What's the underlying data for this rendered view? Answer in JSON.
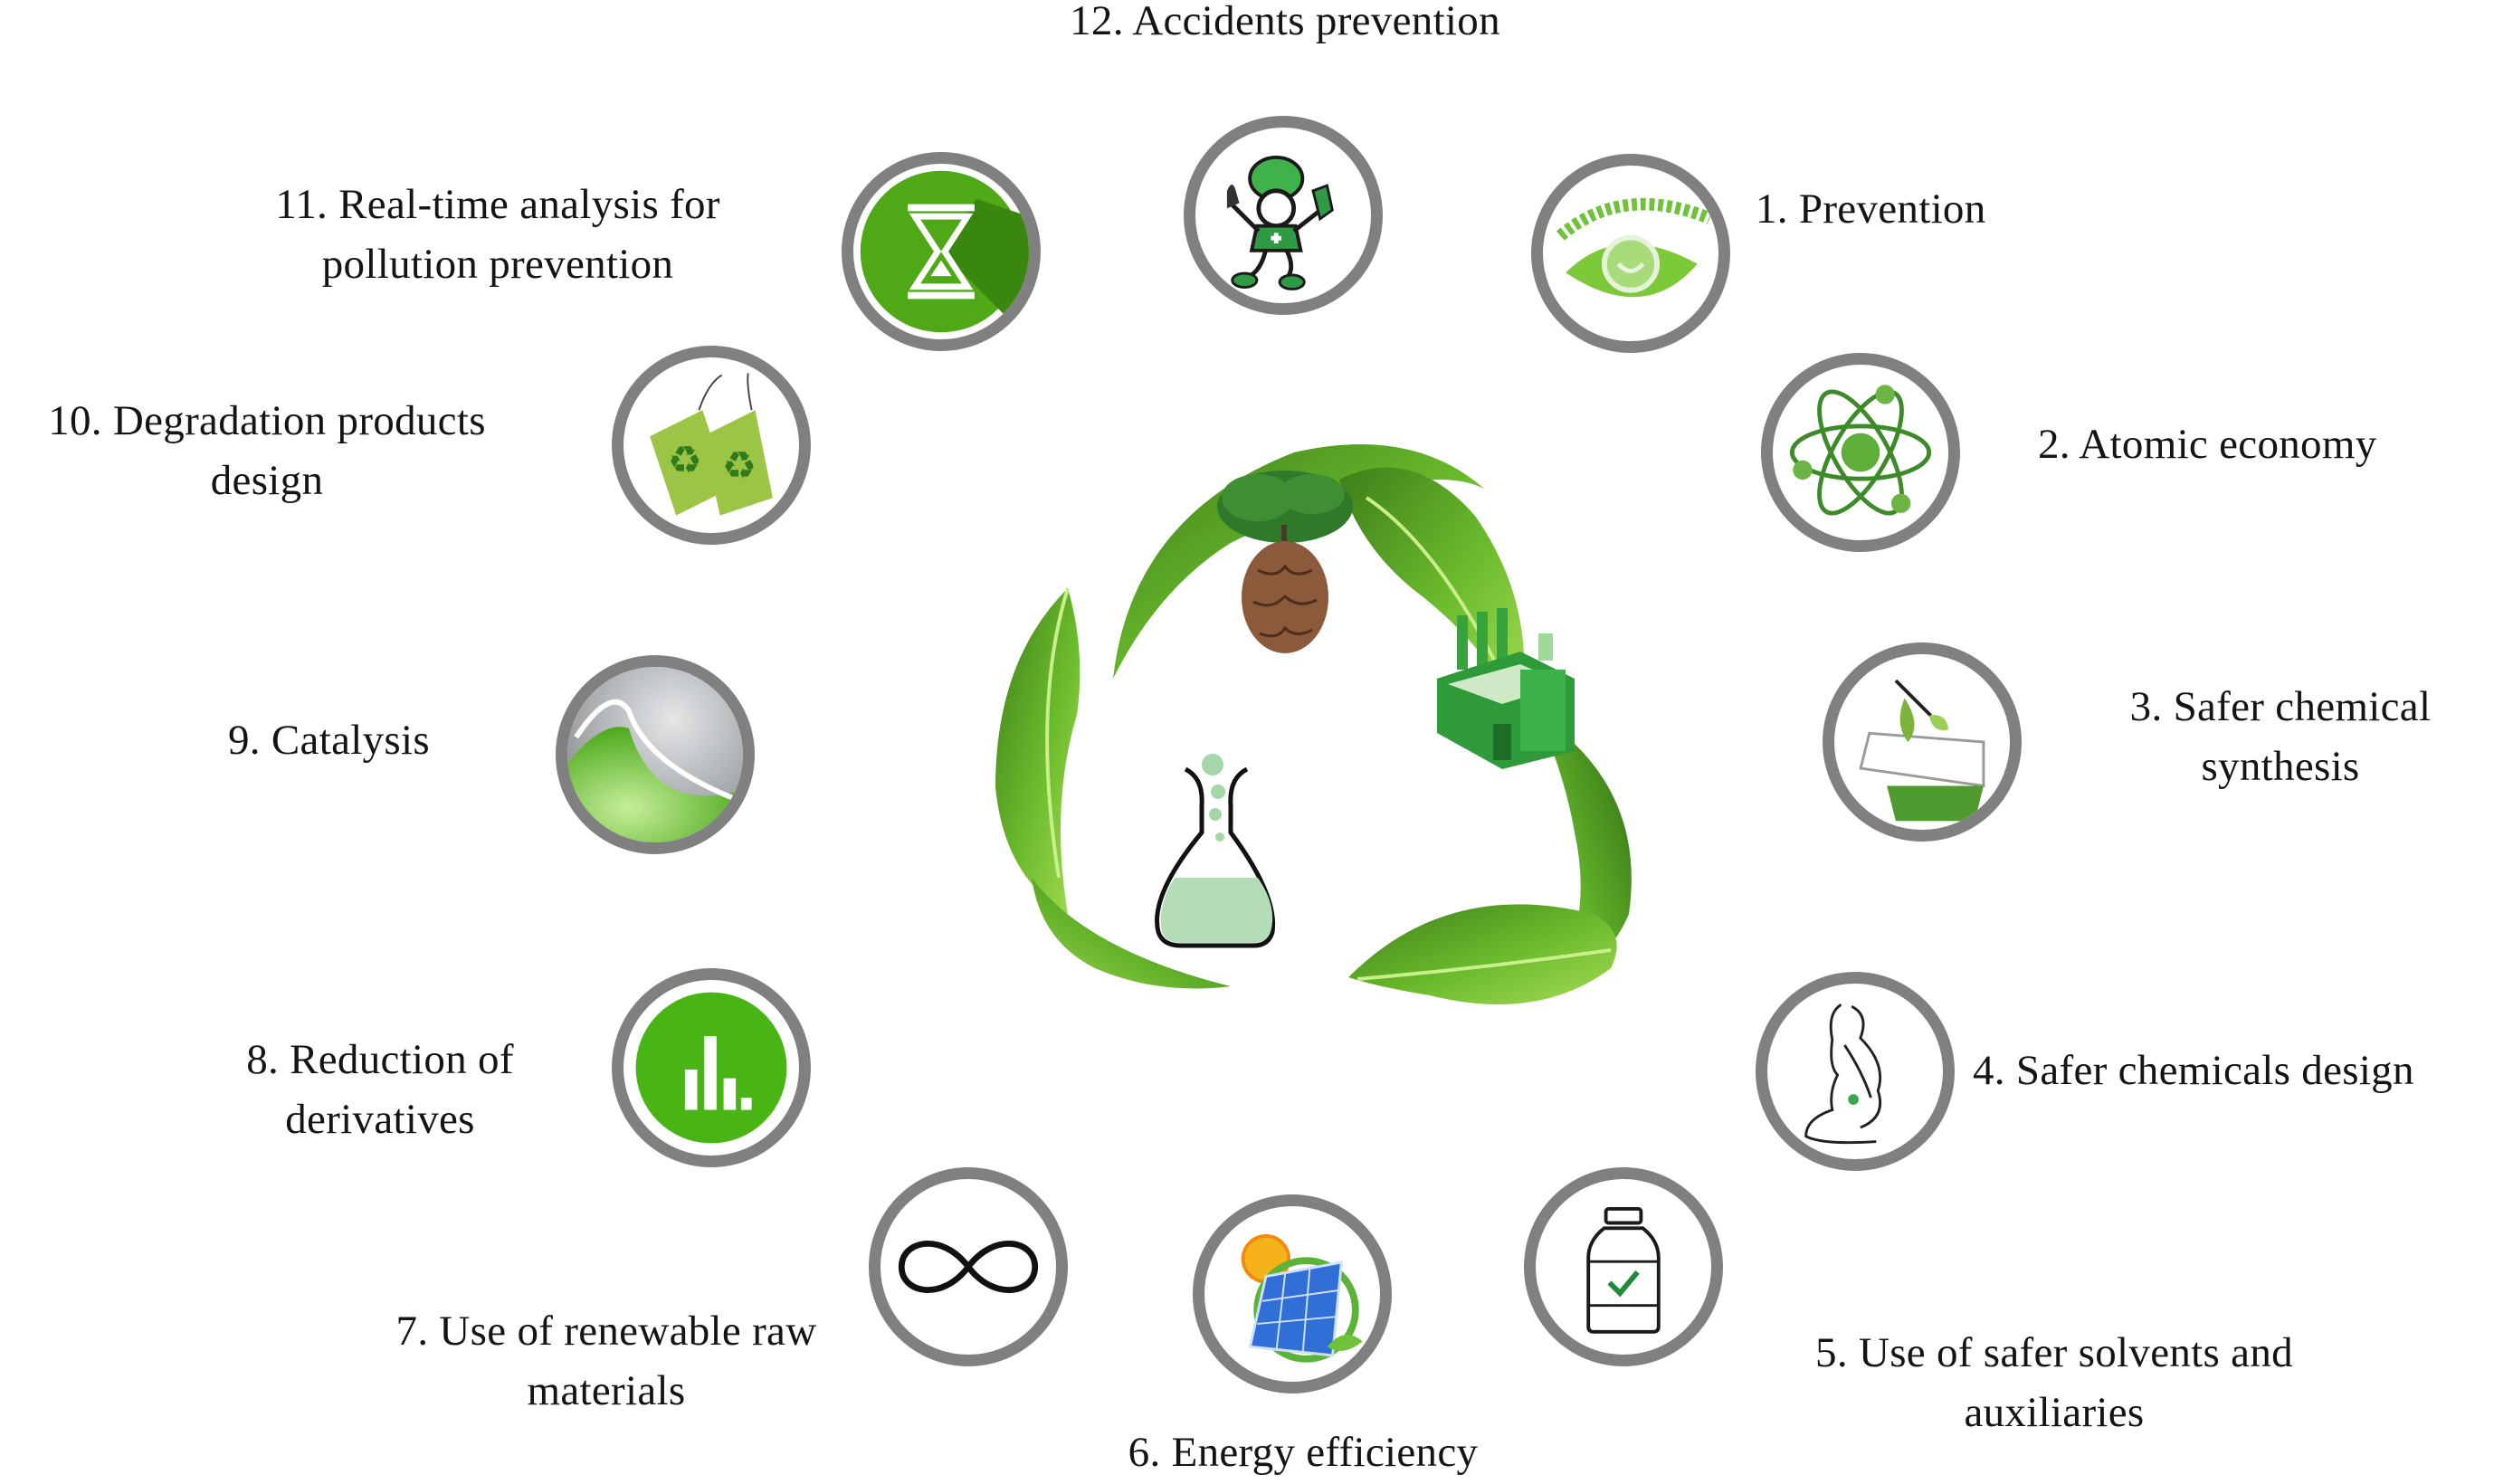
{
  "principles": [
    {
      "number": "1.",
      "lines": [
        "1. Prevention"
      ],
      "icon": "eye-leaf-icon"
    },
    {
      "number": "2.",
      "lines": [
        "2. Atomic economy"
      ],
      "icon": "atom-icon"
    },
    {
      "number": "3.",
      "lines": [
        "3. Safer chemical",
        "synthesis"
      ],
      "icon": "test-tube-plant-icon"
    },
    {
      "number": "4.",
      "lines": [
        "4. Safer chemicals design"
      ],
      "icon": "pregnant-woman-icon"
    },
    {
      "number": "5.",
      "lines": [
        "5. Use of safer solvents and",
        "auxiliaries"
      ],
      "icon": "bottle-check-icon"
    },
    {
      "number": "6.",
      "lines": [
        "6. Energy efficiency"
      ],
      "icon": "solar-panel-icon"
    },
    {
      "number": "7.",
      "lines": [
        "7. Use of renewable raw",
        "materials"
      ],
      "icon": "infinity-icon"
    },
    {
      "number": "8.",
      "lines": [
        "8. Reduction of",
        "derivatives"
      ],
      "icon": "bar-chart-icon"
    },
    {
      "number": "9.",
      "lines": [
        "9. Catalysis"
      ],
      "icon": "catalysis-sphere-icon"
    },
    {
      "number": "10.",
      "lines": [
        "10. Degradation products",
        "design"
      ],
      "icon": "recycle-tags-icon"
    },
    {
      "number": "11.",
      "lines": [
        "11. Real-time analysis for",
        "pollution prevention"
      ],
      "icon": "hourglass-icon"
    },
    {
      "number": "12.",
      "lines": [
        "12. Accidents prevention"
      ],
      "icon": "safety-worker-icon"
    }
  ],
  "center": {
    "symbol": "recycle-leaves",
    "items": [
      "tree-brain-icon",
      "factory-icon",
      "flask-icon"
    ]
  },
  "colors": {
    "ring": "#808080",
    "leaf_light": "#8dcf3a",
    "leaf_dark": "#3f7f1c",
    "accent_green": "#4caf1e",
    "text": "#141414"
  }
}
